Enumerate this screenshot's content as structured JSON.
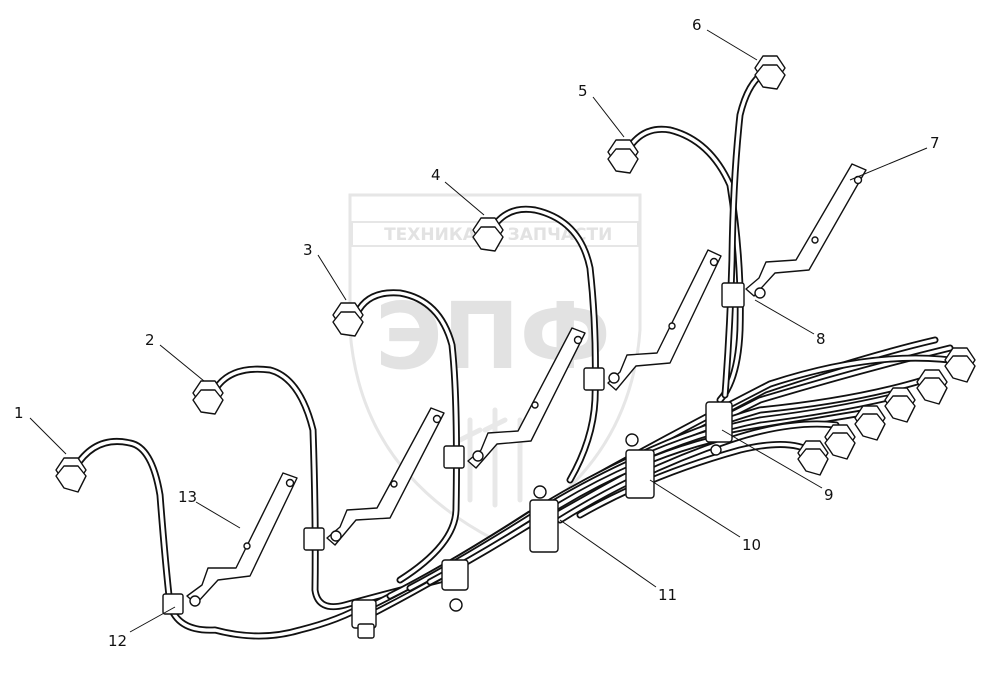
{
  "watermark": {
    "company": "ТЕХНИКА",
    "company2": "ЗАПЧАСТИ",
    "logo": "ЭПФ"
  },
  "callouts": [
    "1",
    "2",
    "3",
    "4",
    "5",
    "6",
    "7",
    "8",
    "9",
    "10",
    "11",
    "12",
    "13"
  ]
}
